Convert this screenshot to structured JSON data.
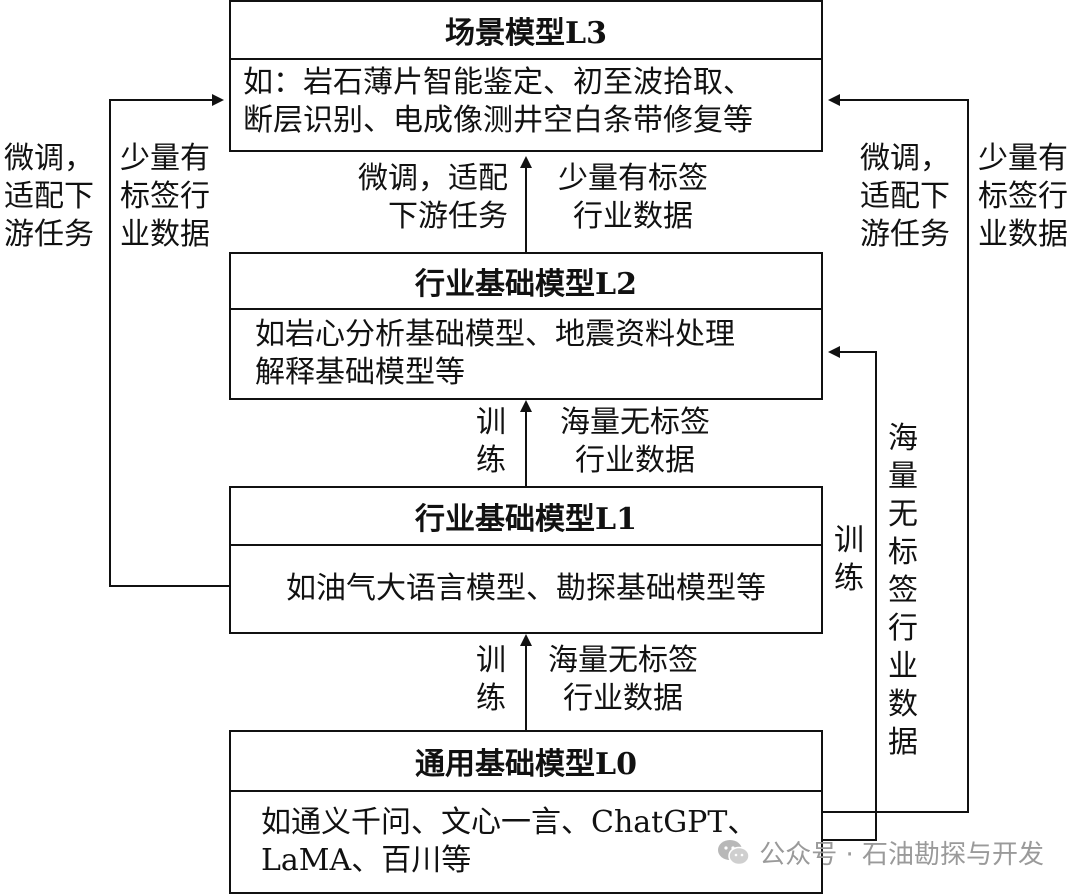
{
  "boxes": {
    "l3": {
      "title": "场景模型L3",
      "desc_line1": "如：岩石薄片智能鉴定、初至波拾取、",
      "desc_line2": "断层识别、电成像测井空白条带修复等"
    },
    "l2": {
      "title": "行业基础模型L2",
      "desc_line1": "如岩心分析基础模型、地震资料处理",
      "desc_line2": "解释基础模型等"
    },
    "l1": {
      "title": "行业基础模型L1",
      "desc_line1": "如油气大语言模型、勘探基础模型等"
    },
    "l0": {
      "title": "通用基础模型L0",
      "desc_line1": "如通义千问、文心一言、ChatGPT、",
      "desc_line2": "LaMA、百川等"
    }
  },
  "labels": {
    "left_finetune": "微调，\n适配下\n游任务",
    "left_data": "少量有\n标签行\n业数据",
    "right_finetune": "微调，\n适配下\n游任务",
    "right_data": "少量有\n标签行\n业数据",
    "mid_l2_l3_finetune": "微调，适配\n下游任务",
    "mid_l2_l3_data": "少量有标签\n行业数据",
    "mid_l1_l2_train": "训\n练",
    "mid_l1_l2_data": "海量无标签\n行业数据",
    "mid_l0_l1_train": "训\n练",
    "mid_l0_l1_data": "海量无标签\n行业数据",
    "right_train": "训练",
    "right_massive_data": "海量无标签行业数据"
  },
  "watermark": {
    "text": "公众号 · 石油勘探与开发",
    "icon": "wechat-icon"
  }
}
